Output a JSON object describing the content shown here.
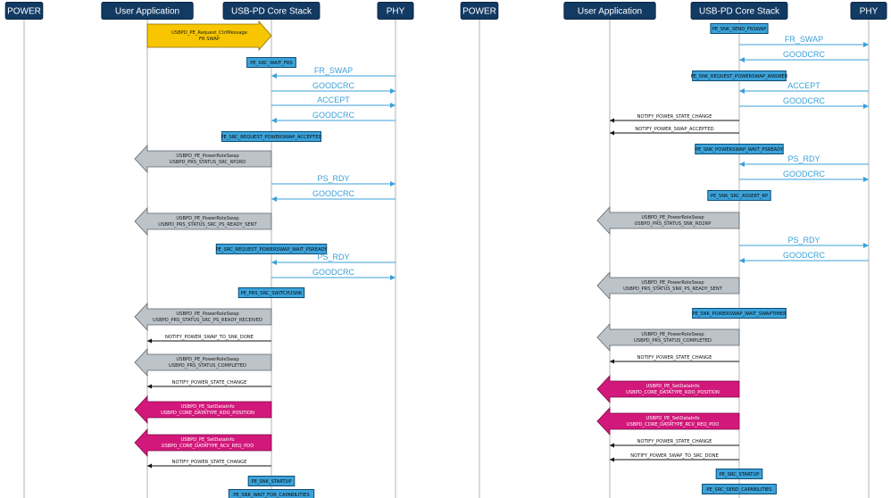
{
  "diagrams": [
    {
      "lifelines": [
        "POWER",
        "User Application",
        "USB-PD Core Stack",
        "PHY"
      ],
      "steps": [
        {
          "kind": "callback",
          "color": "yellow",
          "dir": "right",
          "lines": [
            "USBPD_PE_Request_CtrlMessage",
            "FR SWAP"
          ]
        },
        {
          "kind": "state",
          "text": "PE_SRC_WAIT_FRS"
        },
        {
          "kind": "message",
          "dir": "left",
          "text": "FR_SWAP"
        },
        {
          "kind": "message",
          "dir": "right",
          "text": "GOODCRC"
        },
        {
          "kind": "message",
          "dir": "right",
          "text": "ACCEPT"
        },
        {
          "kind": "message",
          "dir": "left",
          "text": "GOODCRC"
        },
        {
          "kind": "state",
          "text": "PE_SRC_REQUEST_POWERSWAP_ACCEPTED"
        },
        {
          "kind": "callback",
          "color": "gray",
          "dir": "left",
          "lines": [
            "USBPD_PE_PowerRoleSwap",
            "USBPD_PRS_STATUS_SRC_RP2RD"
          ]
        },
        {
          "kind": "message",
          "dir": "right",
          "text": "PS_RDY"
        },
        {
          "kind": "message",
          "dir": "left",
          "text": "GOODCRC"
        },
        {
          "kind": "callback",
          "color": "gray",
          "dir": "left",
          "lines": [
            "USBPD_PE_PowerRoleSwap",
            "USBPD_PRS_STATUS_SRC_PS_READY_SENT"
          ]
        },
        {
          "kind": "state",
          "text": "PE_SRC_REQUEST_POWERSWAP_WAIT_PSREADY"
        },
        {
          "kind": "message",
          "dir": "left",
          "text": "PS_RDY"
        },
        {
          "kind": "message",
          "dir": "right",
          "text": "GOODCRC"
        },
        {
          "kind": "state",
          "text": "PE_PRS_SRC_SWITCH2SNK"
        },
        {
          "kind": "callback",
          "color": "gray",
          "dir": "left",
          "lines": [
            "USBPD_PE_PowerRoleSwap",
            "USBPD_PRS_STATUS_SRC_PS_READY_RECEIVED"
          ]
        },
        {
          "kind": "notify",
          "text": "NOTIFY_POWER_SWAP_TO_SNK_DONE"
        },
        {
          "kind": "callback",
          "color": "gray",
          "dir": "left",
          "lines": [
            "USBPD_PE_PowerRoleSwap",
            "USBPD_PRS_STATUS_COMPLETED"
          ]
        },
        {
          "kind": "notify",
          "text": "NOTIFY_POWER_STATE_CHANGE"
        },
        {
          "kind": "callback",
          "color": "magenta",
          "dir": "left",
          "lines": [
            "USBPD_PE_SetDataInfo",
            "USBPD_CORE_DATATYPE_RDO_POSITION"
          ]
        },
        {
          "kind": "callback",
          "color": "magenta",
          "dir": "left",
          "lines": [
            "USBPD_PE_SetDataInfo",
            "USBPD_CORE_DATATYPE_RCV_REQ_PDO"
          ]
        },
        {
          "kind": "notify",
          "text": "NOTIFY_POWER_STATE_CHANGE"
        },
        {
          "kind": "state",
          "text": "PE_SNK_STARTUP"
        },
        {
          "kind": "state",
          "text": "PE_SNK_WAIT_FOR_CAPABILITIES"
        }
      ]
    },
    {
      "lifelines": [
        "POWER",
        "User Application",
        "USB-PD Core Stack",
        "PHY"
      ],
      "steps": [
        {
          "kind": "state",
          "text": "PE_SNK_SEND_FRSWAP"
        },
        {
          "kind": "message",
          "dir": "right",
          "text": "FR_SWAP"
        },
        {
          "kind": "message",
          "dir": "left",
          "text": "GOODCRC"
        },
        {
          "kind": "state",
          "text": "PE_SNK_REQUEST_POWERSWAP_ANSWER"
        },
        {
          "kind": "message",
          "dir": "left",
          "text": "ACCEPT"
        },
        {
          "kind": "message",
          "dir": "right",
          "text": "GOODCRC"
        },
        {
          "kind": "notify",
          "text": "NOTIFY_POWER_STATE_CHANGE"
        },
        {
          "kind": "notify",
          "text": "NOTIFY_POWER_SWAP_ACCEPTED"
        },
        {
          "kind": "state",
          "text": "PE_SNK_POWERSWAP_WAIT_PSREADY"
        },
        {
          "kind": "message",
          "dir": "left",
          "text": "PS_RDY"
        },
        {
          "kind": "message",
          "dir": "right",
          "text": "GOODCRC"
        },
        {
          "kind": "state",
          "text": "PE_SNK_SRC_ASSERT_RP"
        },
        {
          "kind": "callback",
          "color": "gray",
          "dir": "left",
          "lines": [
            "USBPD_PE_PowerRoleSwap",
            "USBPD_PRS_STATUS_SNK_RD2RP"
          ]
        },
        {
          "kind": "message",
          "dir": "right",
          "text": "PS_RDY"
        },
        {
          "kind": "message",
          "dir": "left",
          "text": "GOODCRC"
        },
        {
          "kind": "callback",
          "color": "gray",
          "dir": "left",
          "lines": [
            "USBPD_PE_PowerRoleSwap",
            "USBPD_PRS_STATUS_SNK_PS_READY_SENT"
          ]
        },
        {
          "kind": "state",
          "text": "PE_SNK_POWERSWAP_WAIT_SWAPTIMER"
        },
        {
          "kind": "callback",
          "color": "gray",
          "dir": "left",
          "lines": [
            "USBPD_PE_PowerRoleSwap",
            "USBPD_PRS_STATUS_COMPLETED"
          ]
        },
        {
          "kind": "notify",
          "text": "NOTIFY_POWER_STATE_CHANGE"
        },
        {
          "kind": "callback",
          "color": "magenta",
          "dir": "left",
          "lines": [
            "USBPD_PE_SetDataInfo",
            "USBPD_CORE_DATATYPE_RDO_POSITION"
          ]
        },
        {
          "kind": "callback",
          "color": "magenta",
          "dir": "left",
          "lines": [
            "USBPD_PE_SetDataInfo",
            "USBPD_CORE_DATATYPE_RCV_REQ_PDO"
          ]
        },
        {
          "kind": "notify",
          "text": "NOTIFY_POWER_STATE_CHANGE"
        },
        {
          "kind": "notify",
          "text": "NOTIFY_POWER_SWAP_TO_SRC_DONE"
        },
        {
          "kind": "state",
          "text": "PE_SRC_STARTUP"
        },
        {
          "kind": "state",
          "text": "PE_SRC_SEND_CAPABILITIES"
        }
      ]
    }
  ],
  "colors": {
    "header": "#123a63",
    "state": "#3ca3da",
    "message": "#3aa0d8",
    "callback_yellow": "#f7c600",
    "callback_gray": "#bcc3c9",
    "callback_magenta": "#d2187b",
    "lifeline": "#b4b4b4"
  }
}
